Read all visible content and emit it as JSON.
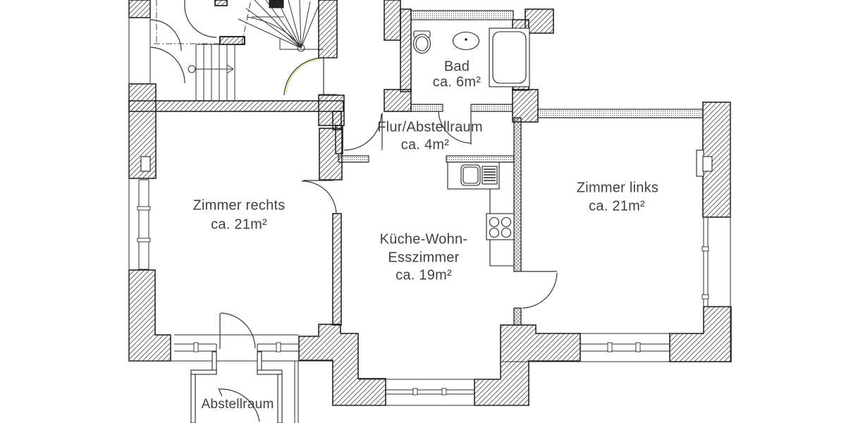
{
  "plan": {
    "type": "floor-plan",
    "rooms": {
      "bad": {
        "name": "Bad",
        "area": "ca. 6m²"
      },
      "flur": {
        "name": "Flur/Abstellraum",
        "area": "ca. 4m²"
      },
      "zimmer_rechts": {
        "name": "Zimmer rechts",
        "area": "ca. 21m²"
      },
      "kueche": {
        "line1": "Küche-Wohn-",
        "line2": "Esszimmer",
        "area": "ca. 19m²"
      },
      "zimmer_links": {
        "name": "Zimmer links",
        "area": "ca. 21m²"
      },
      "abstellraum": {
        "name": "Abstellraum"
      }
    },
    "fixtures": [
      "toilet",
      "washbasin",
      "bathtub",
      "kitchen-sink",
      "stove-4-burner",
      "stairs"
    ],
    "colors": {
      "background": "#ffffff",
      "wall_hatch": "#4a4a4a",
      "outline": "#161616",
      "label_text": "#3e4144",
      "entry_door_highlight": "#e8e2a8"
    }
  }
}
